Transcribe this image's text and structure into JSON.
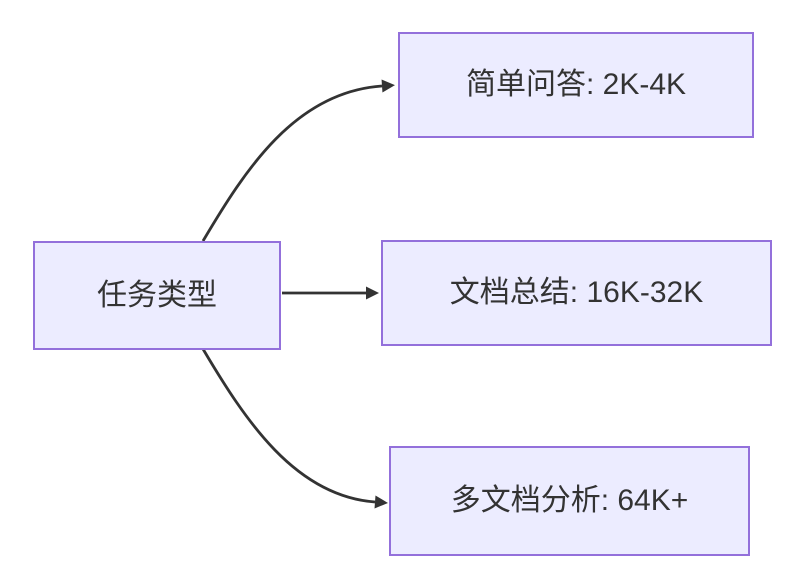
{
  "diagram": {
    "type": "flowchart-lr",
    "source": {
      "label": "任务类型"
    },
    "targets": [
      {
        "label": "简单问答: 2K-4K"
      },
      {
        "label": "文档总结: 16K-32K"
      },
      {
        "label": "多文档分析: 64K+"
      }
    ]
  },
  "colors": {
    "node_fill": "#ECECFF",
    "node_border": "#9370DB",
    "edge": "#333333",
    "text": "#333333",
    "background": "#FFFFFF"
  }
}
